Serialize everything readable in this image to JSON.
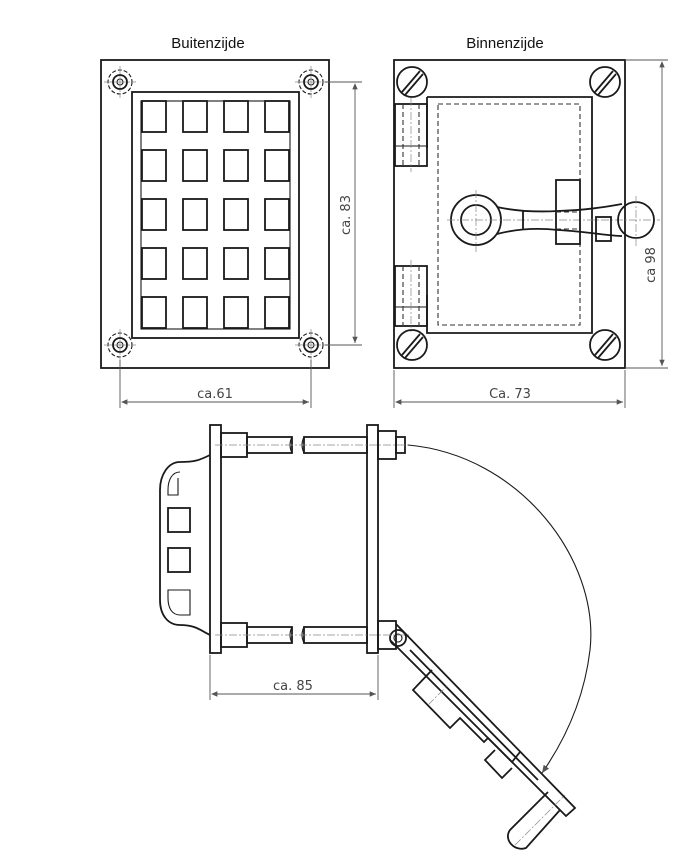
{
  "drawing": {
    "views": {
      "outside": {
        "title": "Buitenzijde",
        "width_label": "ca.61",
        "height_label": "ca. 83"
      },
      "inside": {
        "title": "Binnenzijde",
        "width_label": "Ca. 73",
        "height_label": "ca 98"
      },
      "side": {
        "depth_label": "ca. 85"
      }
    },
    "colors": {
      "line": "#1a1a1a",
      "dimension": "#555555",
      "background": "#ffffff"
    }
  }
}
